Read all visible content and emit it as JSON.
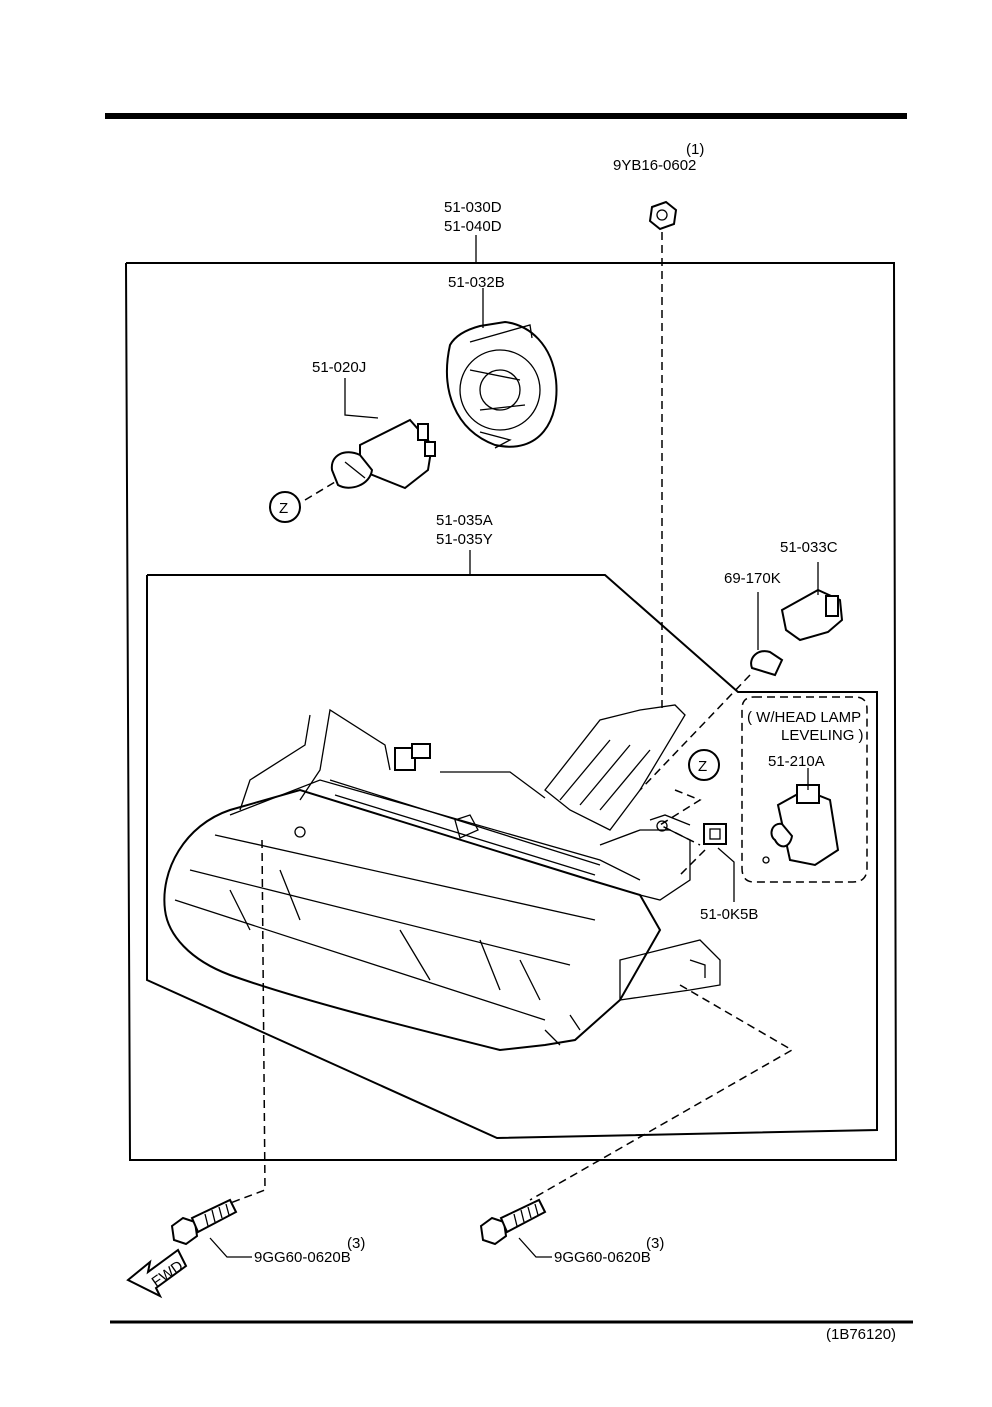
{
  "diagram": {
    "labels": {
      "nut_qty": "(1)",
      "nut_part": "9YB16-0602",
      "assembly_left": "51-030D",
      "assembly_right": "51-040D",
      "cap": "51-032B",
      "bulb": "51-020J",
      "z_top": "Z",
      "lens_left": "51-035A",
      "lens_right": "51-035Y",
      "socket": "51-033C",
      "small_bulb": "69-170K",
      "option_line1": "( W/HEAD LAMP",
      "option_line2": "LEVELING )",
      "leveling_unit": "51-210A",
      "z_right": "Z",
      "clip": "51-0K5B",
      "bolt_left_qty": "(3)",
      "bolt_left_part": "9GG60-0620B",
      "bolt_right_qty": "(3)",
      "bolt_right_part": "9GG60-0620B",
      "fwd": "FWD",
      "figure_id": "(1B76120)"
    }
  }
}
